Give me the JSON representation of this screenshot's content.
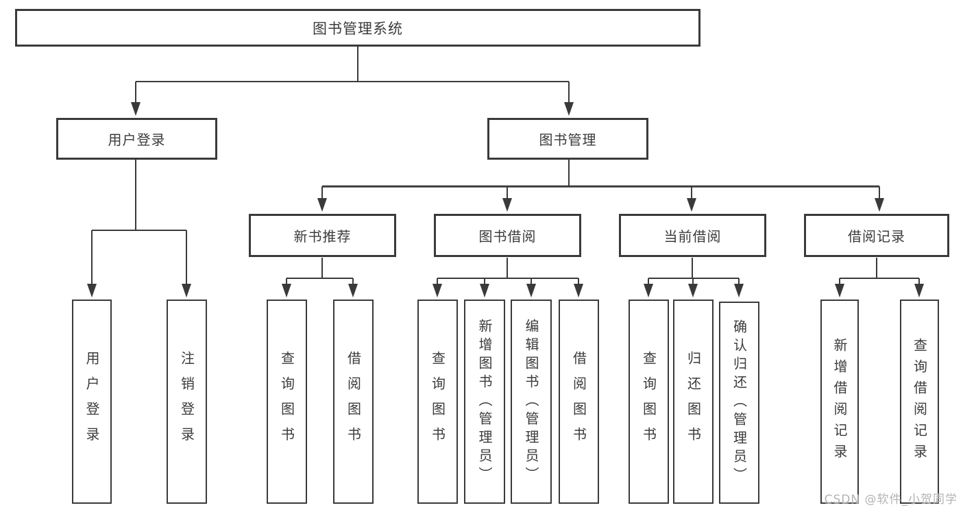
{
  "tree": {
    "label": "图书管理系统",
    "children": [
      {
        "label": "用户登录",
        "children": [
          {
            "label": "用户登录"
          },
          {
            "label": "注销登录"
          }
        ]
      },
      {
        "label": "图书管理",
        "children": [
          {
            "label": "新书推荐",
            "children": [
              {
                "label": "查询图书"
              },
              {
                "label": "借阅图书"
              }
            ]
          },
          {
            "label": "图书借阅",
            "children": [
              {
                "label": "查询图书"
              },
              {
                "label": "新增图书（管理员）"
              },
              {
                "label": "编辑图书（管理员）"
              },
              {
                "label": "借阅图书"
              }
            ]
          },
          {
            "label": "当前借阅",
            "children": [
              {
                "label": "查询图书"
              },
              {
                "label": "归还图书"
              },
              {
                "label": "确认归还（管理员）"
              }
            ]
          },
          {
            "label": "借阅记录",
            "children": [
              {
                "label": "新增借阅记录"
              },
              {
                "label": "查询借阅记录"
              }
            ]
          }
        ]
      }
    ]
  },
  "watermark": {
    "text": "CSDN @软件_小贺同学"
  },
  "colors": {
    "line": "#3a3a3a",
    "box_border": "#3a3a3a",
    "text": "#3b3b3b",
    "background": "#ffffff",
    "watermark": "#b3b3b3"
  }
}
